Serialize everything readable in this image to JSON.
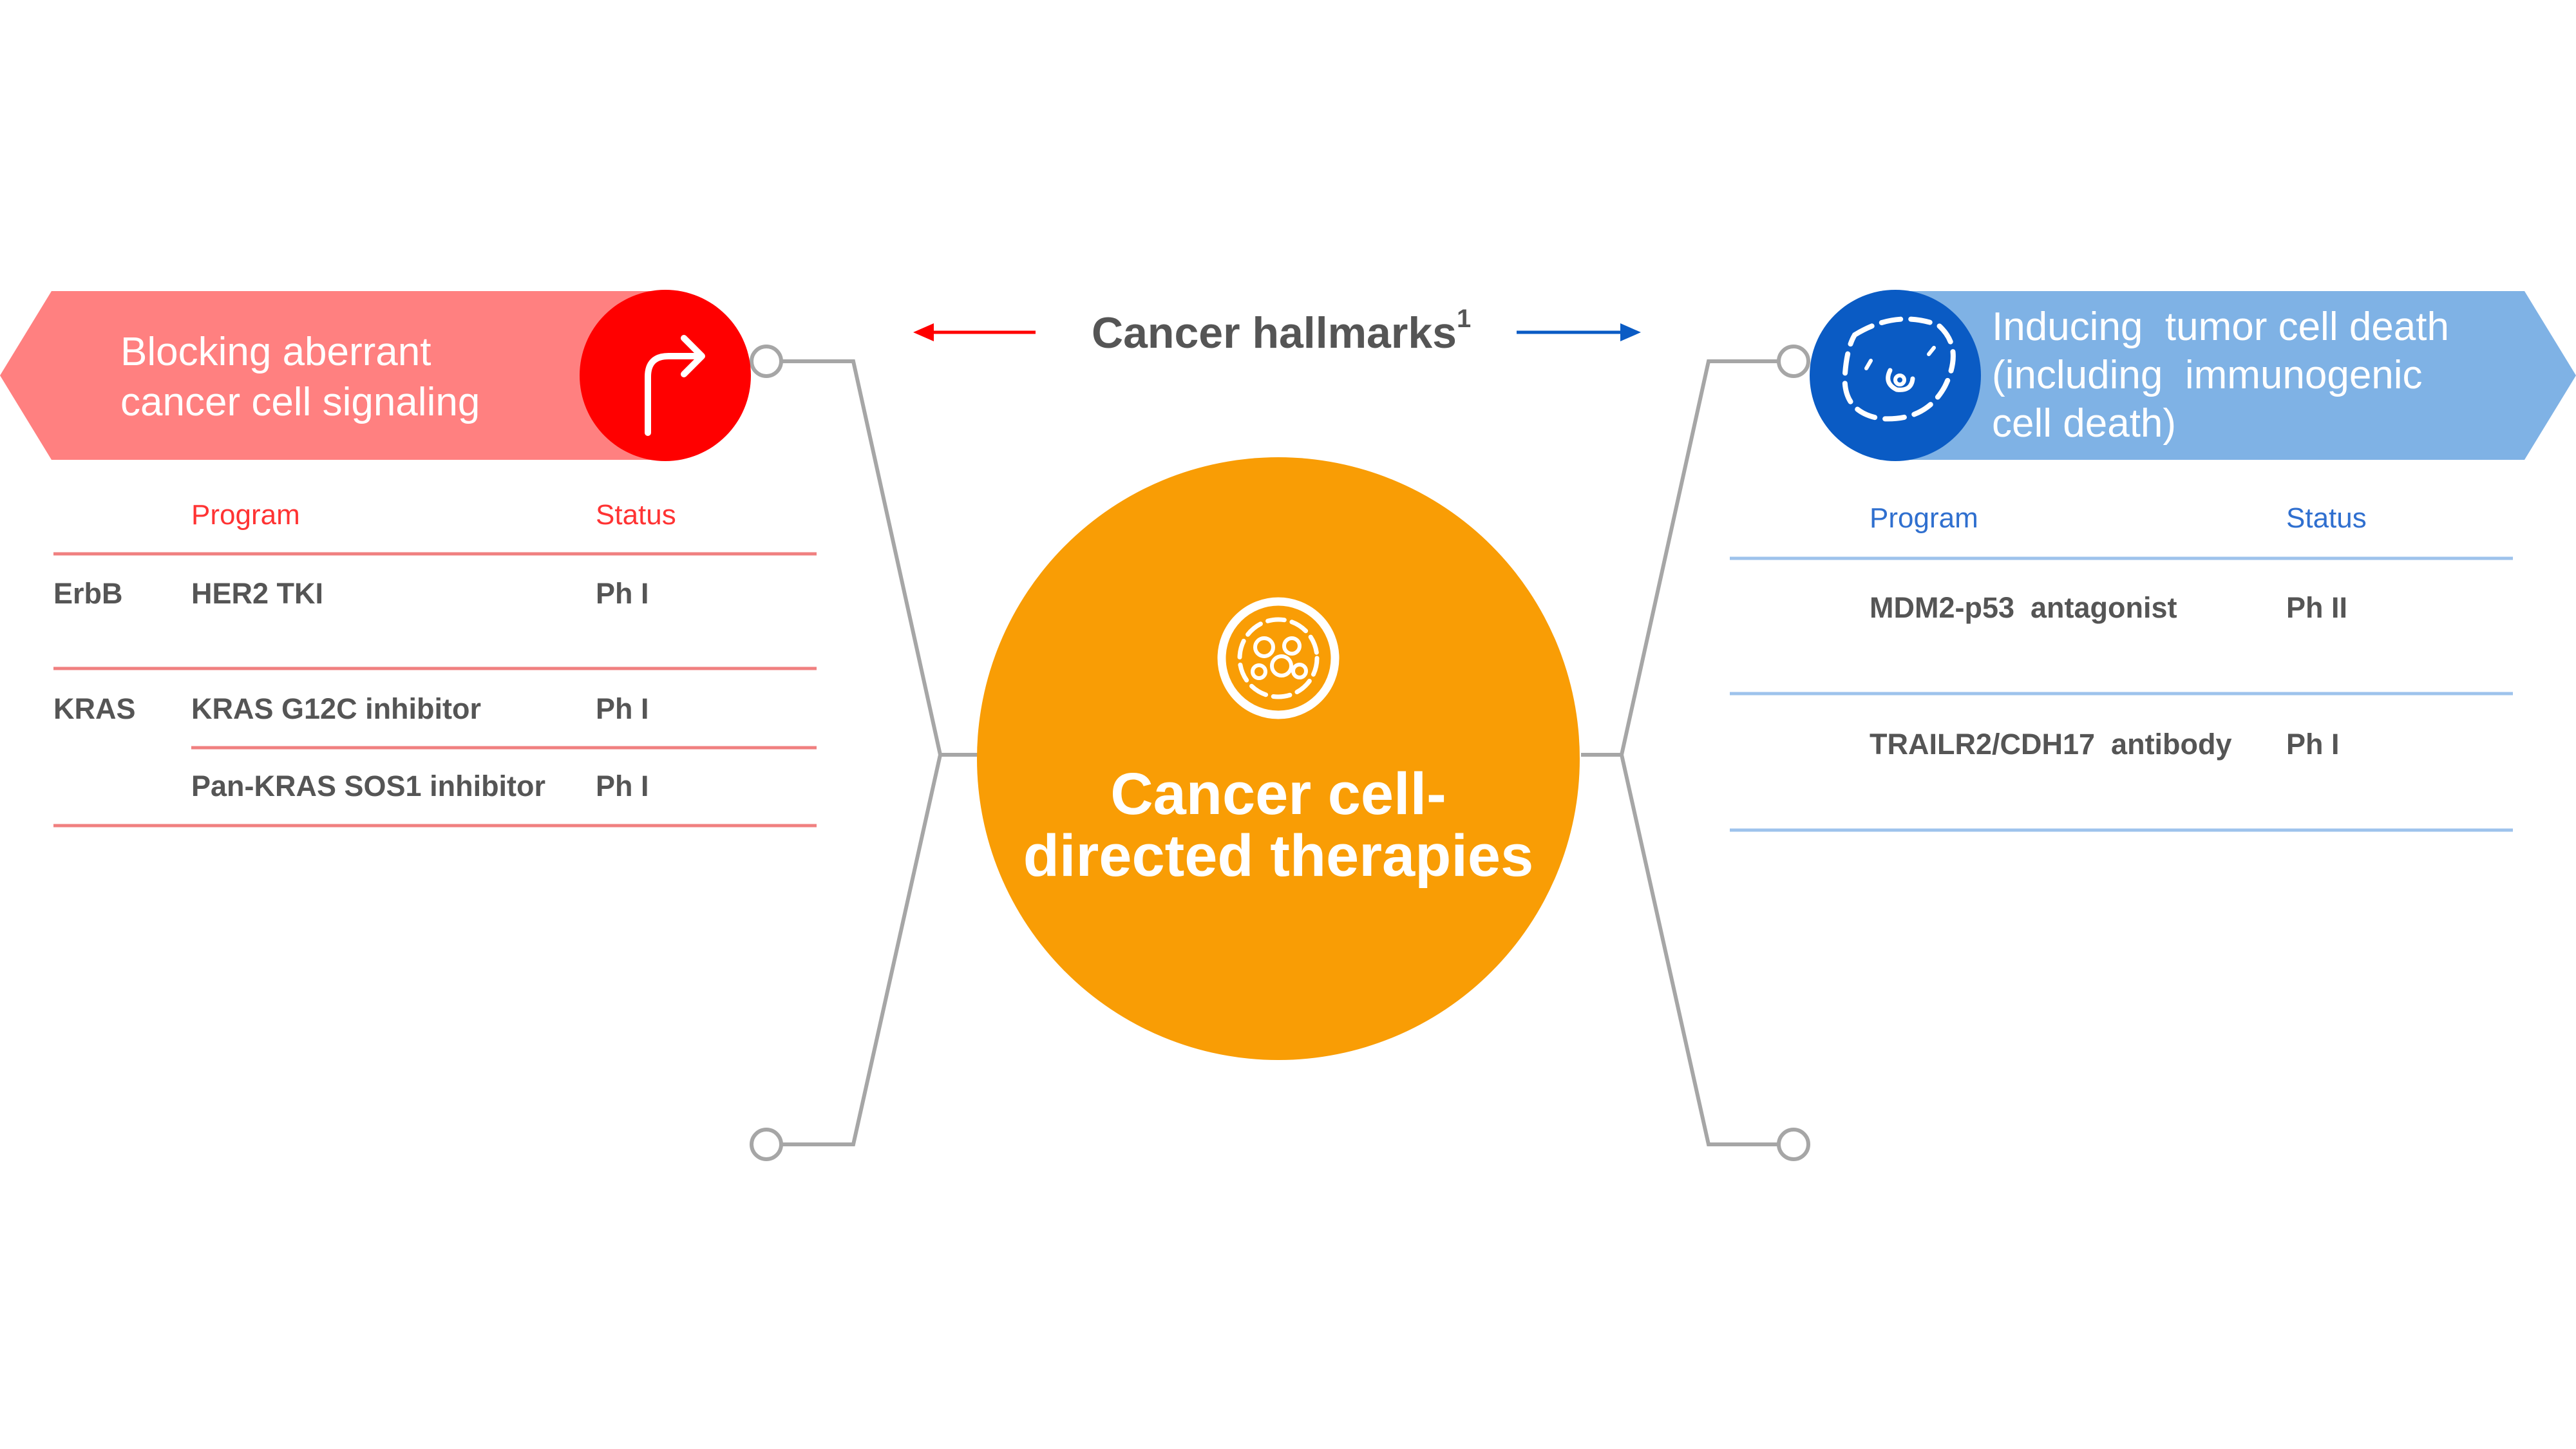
{
  "header": {
    "title": "Cancer hallmarks",
    "footnote_marker": "1"
  },
  "center": {
    "line1": "Cancer cell-",
    "line2": "directed therapies"
  },
  "left_panel": {
    "banner_line1": "Blocking aberrant",
    "banner_line2": "cancer cell signaling",
    "icon": "turn-right-arrow-icon",
    "color": "#ff8080",
    "accent": "#ff0000",
    "columns": {
      "program": "Program",
      "status": "Status"
    },
    "rows": [
      {
        "group": "ErbB",
        "program": "HER2 TKI",
        "status": "Ph I"
      },
      {
        "group": "KRAS",
        "program": "KRAS G12C inhibitor",
        "status": "Ph I"
      },
      {
        "group": "",
        "program": "Pan-KRAS SOS1 inhibitor",
        "status": "Ph I"
      }
    ]
  },
  "right_panel": {
    "banner_line1": "Inducing  tumor cell death",
    "banner_line2": "(including  immunogenic",
    "banner_line3": "cell death)",
    "icon": "cell-death-icon",
    "color": "#7fb2e5",
    "accent": "#0a5bc4",
    "columns": {
      "program": "Program",
      "status": "Status"
    },
    "rows": [
      {
        "program": "MDM2-p53  antagonist",
        "status": "Ph II"
      },
      {
        "program": "TRAILR2/CDH17  antibody",
        "status": "Ph I"
      }
    ]
  },
  "colors": {
    "center_circle": "#f99d05",
    "connector": "#a6a6a6",
    "table_line_left": "#f08080",
    "table_line_right": "#9ec3ec"
  }
}
